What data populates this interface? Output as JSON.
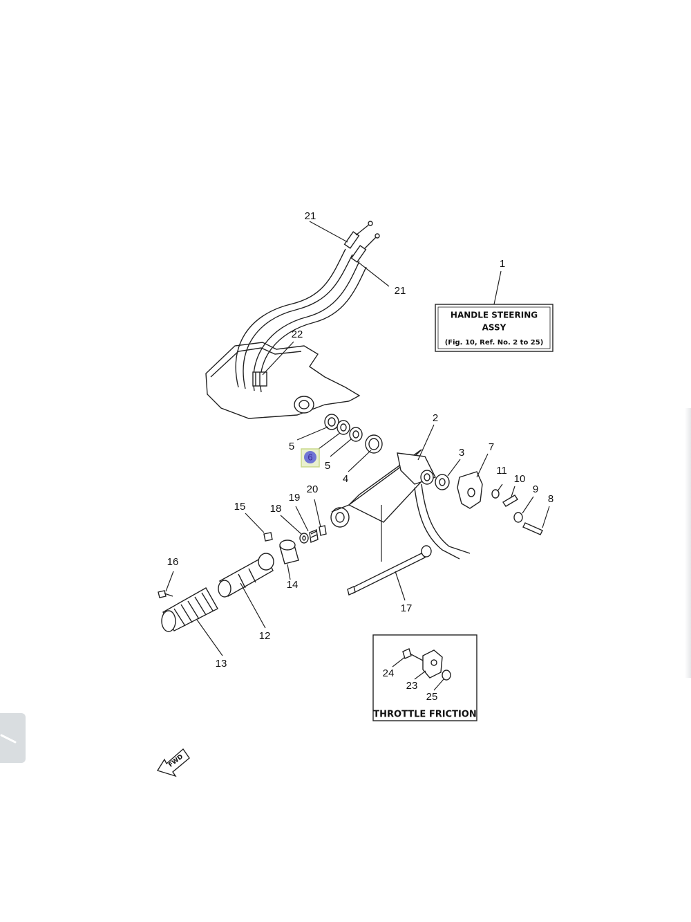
{
  "header_box": {
    "line1": "HANDLE STEERING",
    "line2": "ASSY",
    "line3": "(Fig. 10, Ref. No. 2 to 25)"
  },
  "inset_box": {
    "title": "THROTTLE FRICTION"
  },
  "fwd_label": "FWD",
  "callouts": {
    "c1": "1",
    "c2": "2",
    "c3": "3",
    "c4": "4",
    "c5a": "5",
    "c5b": "5",
    "c6": "6",
    "c7": "7",
    "c8": "8",
    "c9": "9",
    "c10": "10",
    "c11": "11",
    "c12": "12",
    "c13": "13",
    "c14": "14",
    "c15": "15",
    "c16": "16",
    "c17": "17",
    "c18": "18",
    "c19": "19",
    "c20": "20",
    "c21a": "21",
    "c21b": "21",
    "c22": "22",
    "c23": "23",
    "c24": "24",
    "c25": "25"
  },
  "highlight": {
    "callout": "6",
    "fill": "#5b5fd6",
    "border": "#c9d98a"
  },
  "side_tab": {
    "icon": "chevron-left-icon"
  }
}
